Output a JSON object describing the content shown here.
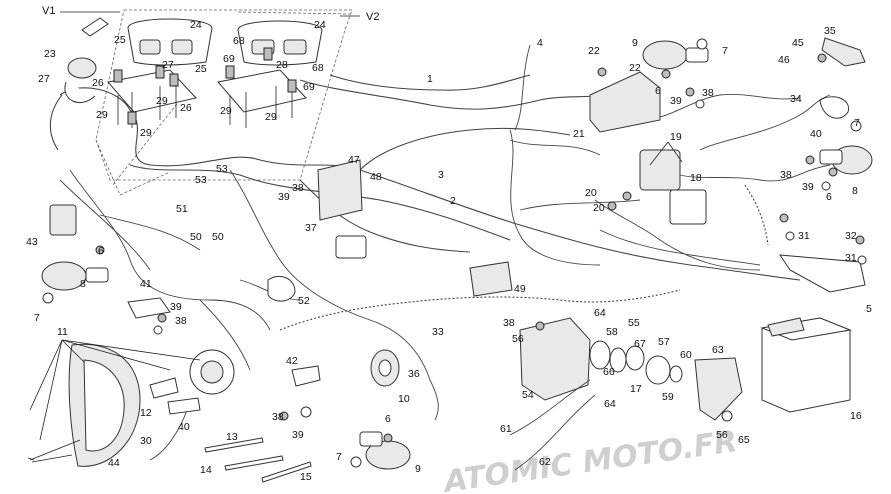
{
  "watermark": "ATOMIC MOTO.FR",
  "view_labels": {
    "v1": "V1",
    "v2": "V2"
  },
  "callouts": [
    {
      "id": "c1",
      "n": "1"
    },
    {
      "id": "c2",
      "n": "2"
    },
    {
      "id": "c3",
      "n": "3"
    },
    {
      "id": "c4",
      "n": "4"
    },
    {
      "id": "c5",
      "n": "5"
    },
    {
      "id": "c6a",
      "n": "6"
    },
    {
      "id": "c6b",
      "n": "6"
    },
    {
      "id": "c6c",
      "n": "6"
    },
    {
      "id": "c6d",
      "n": "6"
    },
    {
      "id": "c7a",
      "n": "7"
    },
    {
      "id": "c7b",
      "n": "7"
    },
    {
      "id": "c7c",
      "n": "7"
    },
    {
      "id": "c7d",
      "n": "7"
    },
    {
      "id": "c8a",
      "n": "8"
    },
    {
      "id": "c8b",
      "n": "8"
    },
    {
      "id": "c9a",
      "n": "9"
    },
    {
      "id": "c9b",
      "n": "9"
    },
    {
      "id": "c10",
      "n": "10"
    },
    {
      "id": "c11",
      "n": "11"
    },
    {
      "id": "c12",
      "n": "12"
    },
    {
      "id": "c13",
      "n": "13"
    },
    {
      "id": "c14",
      "n": "14"
    },
    {
      "id": "c15",
      "n": "15"
    },
    {
      "id": "c16",
      "n": "16"
    },
    {
      "id": "c17",
      "n": "17"
    },
    {
      "id": "c18",
      "n": "18"
    },
    {
      "id": "c19",
      "n": "19"
    },
    {
      "id": "c20a",
      "n": "20"
    },
    {
      "id": "c20b",
      "n": "20"
    },
    {
      "id": "c21",
      "n": "21"
    },
    {
      "id": "c22a",
      "n": "22"
    },
    {
      "id": "c22b",
      "n": "22"
    },
    {
      "id": "c23",
      "n": "23"
    },
    {
      "id": "c24a",
      "n": "24"
    },
    {
      "id": "c24b",
      "n": "24"
    },
    {
      "id": "c25a",
      "n": "25"
    },
    {
      "id": "c25b",
      "n": "25"
    },
    {
      "id": "c26a",
      "n": "26"
    },
    {
      "id": "c26b",
      "n": "26"
    },
    {
      "id": "c27a",
      "n": "27"
    },
    {
      "id": "c27b",
      "n": "27"
    },
    {
      "id": "c28",
      "n": "28"
    },
    {
      "id": "c29a",
      "n": "29"
    },
    {
      "id": "c29b",
      "n": "29"
    },
    {
      "id": "c29c",
      "n": "29"
    },
    {
      "id": "c29d",
      "n": "29"
    },
    {
      "id": "c29e",
      "n": "29"
    },
    {
      "id": "c30",
      "n": "30"
    },
    {
      "id": "c31a",
      "n": "31"
    },
    {
      "id": "c31b",
      "n": "31"
    },
    {
      "id": "c32",
      "n": "32"
    },
    {
      "id": "c33",
      "n": "33"
    },
    {
      "id": "c34",
      "n": "34"
    },
    {
      "id": "c35",
      "n": "35"
    },
    {
      "id": "c36",
      "n": "36"
    },
    {
      "id": "c37",
      "n": "37"
    },
    {
      "id": "c38a",
      "n": "38"
    },
    {
      "id": "c38b",
      "n": "38"
    },
    {
      "id": "c38c",
      "n": "38"
    },
    {
      "id": "c38d",
      "n": "38"
    },
    {
      "id": "c38e",
      "n": "38"
    },
    {
      "id": "c38f",
      "n": "38"
    },
    {
      "id": "c39a",
      "n": "39"
    },
    {
      "id": "c39b",
      "n": "39"
    },
    {
      "id": "c39c",
      "n": "39"
    },
    {
      "id": "c39d",
      "n": "39"
    },
    {
      "id": "c39e",
      "n": "39"
    },
    {
      "id": "c40a",
      "n": "40"
    },
    {
      "id": "c40b",
      "n": "40"
    },
    {
      "id": "c41",
      "n": "41"
    },
    {
      "id": "c42",
      "n": "42"
    },
    {
      "id": "c43",
      "n": "43"
    },
    {
      "id": "c44",
      "n": "44"
    },
    {
      "id": "c45",
      "n": "45"
    },
    {
      "id": "c46",
      "n": "46"
    },
    {
      "id": "c47",
      "n": "47"
    },
    {
      "id": "c48",
      "n": "48"
    },
    {
      "id": "c49",
      "n": "49"
    },
    {
      "id": "c50a",
      "n": "50"
    },
    {
      "id": "c50b",
      "n": "50"
    },
    {
      "id": "c51",
      "n": "51"
    },
    {
      "id": "c52",
      "n": "52"
    },
    {
      "id": "c53a",
      "n": "53"
    },
    {
      "id": "c53b",
      "n": "53"
    },
    {
      "id": "c54",
      "n": "54"
    },
    {
      "id": "c55",
      "n": "55"
    },
    {
      "id": "c56a",
      "n": "56"
    },
    {
      "id": "c56b",
      "n": "56"
    },
    {
      "id": "c57",
      "n": "57"
    },
    {
      "id": "c58",
      "n": "58"
    },
    {
      "id": "c59",
      "n": "59"
    },
    {
      "id": "c60",
      "n": "60"
    },
    {
      "id": "c61",
      "n": "61"
    },
    {
      "id": "c62",
      "n": "62"
    },
    {
      "id": "c63",
      "n": "63"
    },
    {
      "id": "c64a",
      "n": "64"
    },
    {
      "id": "c64b",
      "n": "64"
    },
    {
      "id": "c65",
      "n": "65"
    },
    {
      "id": "c66",
      "n": "66"
    },
    {
      "id": "c67",
      "n": "67"
    },
    {
      "id": "c68a",
      "n": "68"
    },
    {
      "id": "c68b",
      "n": "68"
    },
    {
      "id": "c69a",
      "n": "69"
    },
    {
      "id": "c69b",
      "n": "69"
    }
  ]
}
